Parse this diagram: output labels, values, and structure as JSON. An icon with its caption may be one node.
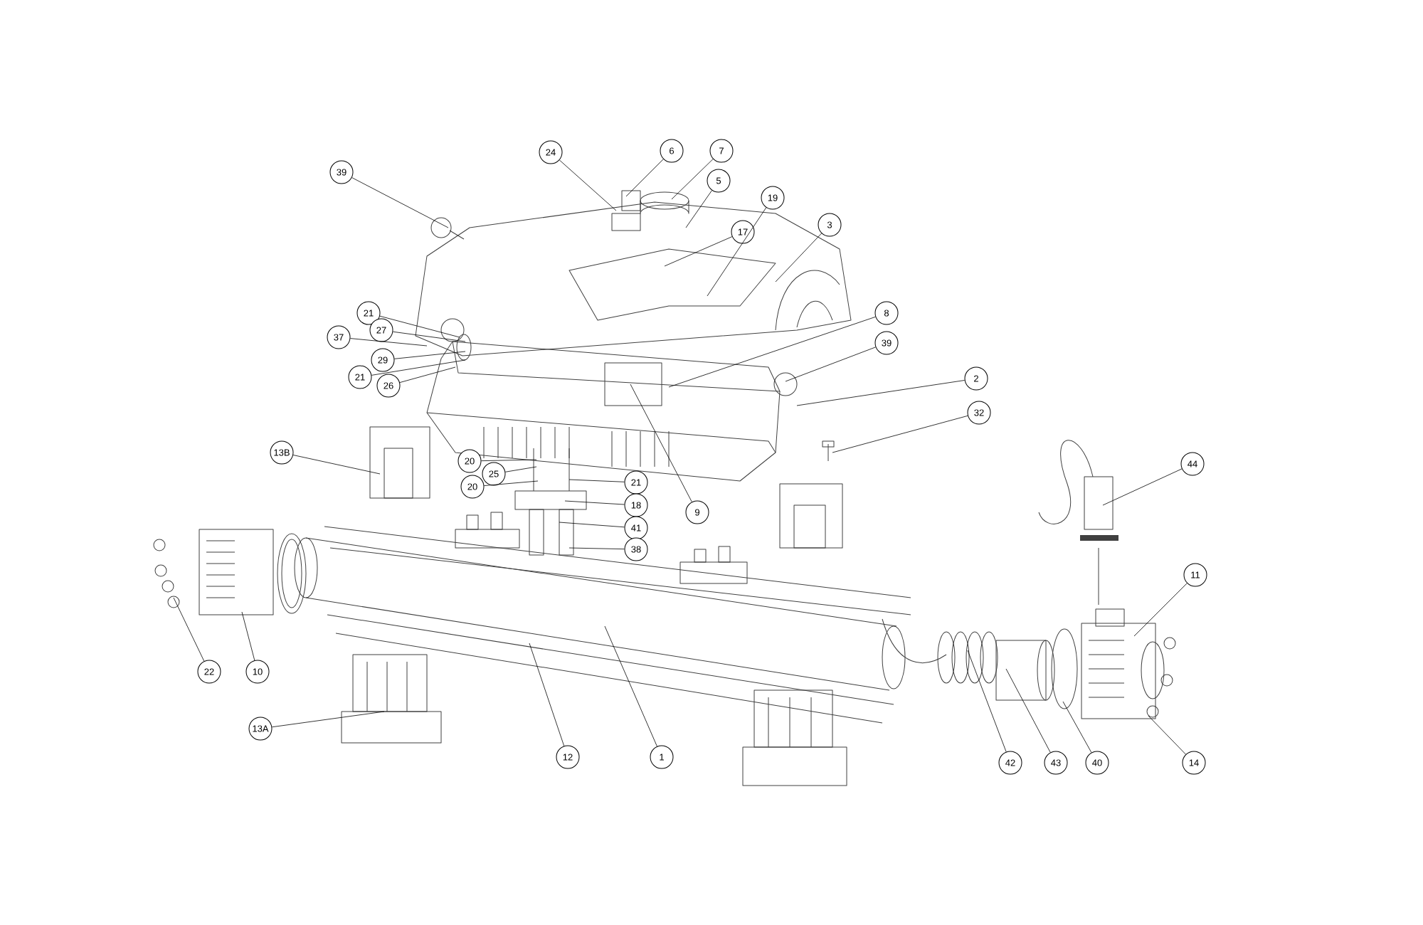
{
  "diagram": {
    "nodes": [
      {
        "text": [
          "24"
        ]
      },
      {
        "text": [
          "6"
        ]
      },
      {
        "text": [
          "7"
        ]
      },
      {
        "text": [
          "5"
        ]
      },
      {
        "text": [
          "39"
        ]
      },
      {
        "text": [
          "19"
        ]
      },
      {
        "text": [
          "3"
        ]
      },
      {
        "text": [
          "17"
        ]
      },
      {
        "text": [
          "21"
        ]
      },
      {
        "text": [
          "8"
        ]
      },
      {
        "text": [
          "27"
        ]
      },
      {
        "text": [
          "37"
        ]
      },
      {
        "text": [
          "39"
        ]
      },
      {
        "text": [
          "29"
        ]
      },
      {
        "text": [
          "21"
        ]
      },
      {
        "text": [
          "26"
        ]
      },
      {
        "text": [
          "2"
        ]
      },
      {
        "text": [
          "32"
        ]
      },
      {
        "text": [
          "13B"
        ]
      },
      {
        "text": [
          "20"
        ]
      },
      {
        "text": [
          "44"
        ]
      },
      {
        "text": [
          "25"
        ]
      },
      {
        "text": [
          "21"
        ]
      },
      {
        "text": [
          "20"
        ]
      },
      {
        "text": [
          "18"
        ]
      },
      {
        "text": [
          "9"
        ]
      },
      {
        "text": [
          "41"
        ]
      },
      {
        "text": [
          "38"
        ]
      },
      {
        "text": [
          "11"
        ]
      },
      {
        "text": [
          "22"
        ]
      },
      {
        "text": [
          "10"
        ]
      },
      {
        "text": [
          "13A"
        ]
      },
      {
        "text": [
          "12"
        ]
      },
      {
        "text": [
          "1"
        ]
      },
      {
        "text": [
          "42"
        ]
      },
      {
        "text": [
          "43"
        ]
      },
      {
        "text": [
          "40"
        ]
      },
      {
        "text": [
          "14"
        ]
      }
    ],
    "edges": [
      {
        "from": 0,
        "to": null,
        "arrow": "none"
      },
      {
        "from": 1,
        "to": null,
        "arrow": "none"
      },
      {
        "from": 2,
        "to": null,
        "arrow": "none"
      },
      {
        "from": 3,
        "to": null,
        "arrow": "none"
      },
      {
        "from": 4,
        "to": null,
        "arrow": "none"
      },
      {
        "from": 5,
        "to": null,
        "arrow": "none"
      },
      {
        "from": 6,
        "to": null,
        "arrow": "none"
      },
      {
        "from": 7,
        "to": null,
        "arrow": "none"
      },
      {
        "from": 8,
        "to": null,
        "arrow": "none"
      },
      {
        "from": 9,
        "to": null,
        "arrow": "none"
      },
      {
        "from": 10,
        "to": null,
        "arrow": "none"
      },
      {
        "from": 11,
        "to": null,
        "arrow": "none"
      },
      {
        "from": 12,
        "to": null,
        "arrow": "none"
      },
      {
        "from": 13,
        "to": null,
        "arrow": "none"
      },
      {
        "from": 14,
        "to": null,
        "arrow": "none"
      },
      {
        "from": 15,
        "to": null,
        "arrow": "none"
      },
      {
        "from": 16,
        "to": null,
        "arrow": "none"
      },
      {
        "from": 17,
        "to": null,
        "arrow": "none"
      },
      {
        "from": 18,
        "to": null,
        "arrow": "none"
      },
      {
        "from": 19,
        "to": null,
        "arrow": "none"
      },
      {
        "from": 20,
        "to": null,
        "arrow": "none"
      },
      {
        "from": 21,
        "to": null,
        "arrow": "none"
      },
      {
        "from": 22,
        "to": null,
        "arrow": "none"
      },
      {
        "from": 23,
        "to": null,
        "arrow": "none"
      },
      {
        "from": 24,
        "to": null,
        "arrow": "none"
      },
      {
        "from": 25,
        "to": null,
        "arrow": "none"
      },
      {
        "from": 26,
        "to": null,
        "arrow": "none"
      },
      {
        "from": 27,
        "to": null,
        "arrow": "none"
      },
      {
        "from": 28,
        "to": null,
        "arrow": "none"
      },
      {
        "from": 29,
        "to": null,
        "arrow": "none"
      },
      {
        "from": 30,
        "to": null,
        "arrow": "none"
      },
      {
        "from": 31,
        "to": null,
        "arrow": "none"
      },
      {
        "from": 32,
        "to": null,
        "arrow": "none"
      },
      {
        "from": 33,
        "to": null,
        "arrow": "none"
      },
      {
        "from": 34,
        "to": null,
        "arrow": "none"
      },
      {
        "from": 35,
        "to": null,
        "arrow": "none"
      },
      {
        "from": 36,
        "to": null,
        "arrow": "none"
      },
      {
        "from": 37,
        "to": null,
        "arrow": "none"
      }
    ]
  }
}
